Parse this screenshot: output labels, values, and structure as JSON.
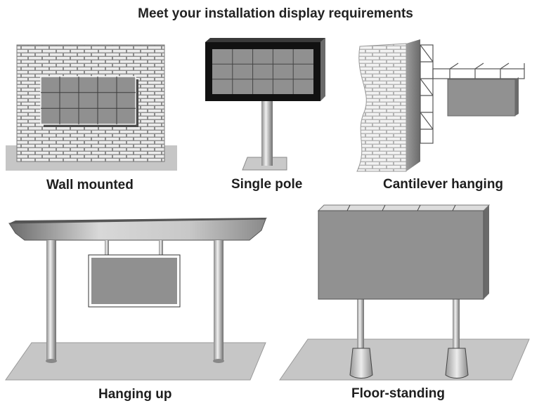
{
  "title": "Meet your installation display requirements",
  "installations": {
    "wall_mounted": {
      "label": "Wall mounted"
    },
    "single_pole": {
      "label": "Single pole"
    },
    "cantilever_hanging": {
      "label": "Cantilever hanging"
    },
    "hanging_up": {
      "label": "Hanging up"
    },
    "floor_standing": {
      "label": "Floor-standing"
    }
  },
  "colors": {
    "panel": "#909090",
    "panel_dark": "#7a7a7a",
    "brick": "#e6e6e6",
    "mortar": "#8a8a8a",
    "ground": "#c6c6c6",
    "frame": "#111111",
    "pole_light": "#e6e6e6",
    "pole_dark": "#7d7d7d"
  }
}
